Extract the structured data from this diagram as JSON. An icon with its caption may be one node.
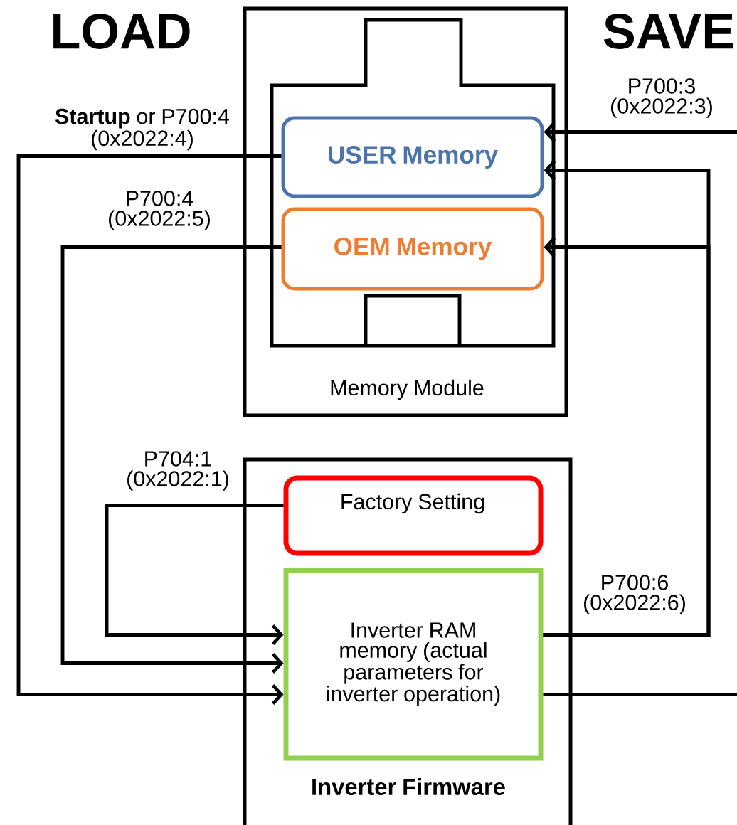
{
  "diagram": {
    "nodes": [
      {
        "text": [
          "Memory Module"
        ]
      },
      {
        "text": [
          "USER Memory"
        ],
        "in": 0
      },
      {
        "text": [
          "OEM Memory"
        ],
        "in": 0
      },
      {
        "text": [
          "Inverter Firmware"
        ]
      },
      {
        "text": [
          "Factory  Setting"
        ],
        "in": 3
      },
      {
        "text": [
          "Inverter RAM memory (actual parameters for inverter operation)"
        ],
        "in": 3
      }
    ],
    "edges": [
      {
        "from": 1,
        "to": 5,
        "arrow": "to",
        "label": "**Startup** or P700:4 (0x2022:4)"
      },
      {
        "from": 2,
        "to": 5,
        "arrow": "to",
        "label": "P700:4 (0x2022:5)"
      },
      {
        "from": 4,
        "to": 5,
        "arrow": "to",
        "label": "P704:1 (0x2022:1)"
      },
      {
        "from": 5,
        "to": 1,
        "arrow": "to",
        "label": "P700:6 (0x2022:6)"
      },
      {
        "from": 5,
        "to": 2,
        "arrow": "to"
      },
      {
        "from": null,
        "to": 1,
        "arrow": "to",
        "label": "P700:3 (0x2022:3)"
      },
      {
        "from": 5,
        "to": null,
        "arrow": "none"
      }
    ],
    "labels": [
      "LOAD",
      "SAVE"
    ]
  }
}
